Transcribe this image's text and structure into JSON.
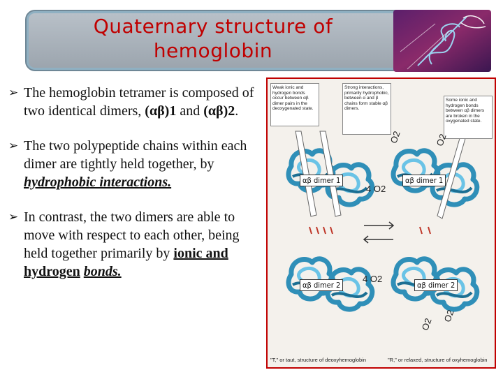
{
  "title": {
    "line1": "Quaternary structure of",
    "line2": "hemoglobin"
  },
  "bullets": [
    {
      "text_a": "The hemoglobin tetramer is composed of two identical dimers, ",
      "bold_1": "(αβ)1",
      "text_b": " and ",
      "bold_2": "(αβ)2",
      "text_c": "."
    },
    {
      "text_a": "The two polypeptide chains within each dimer are tightly held together, by ",
      "emph": "hydrophobic interactions."
    },
    {
      "text_a": "In contrast, the two dimers are able to move with respect to each other, being held together primarily by ",
      "emph_1": "ionic and hydrogen",
      "text_b": " ",
      "emph_2": "bonds."
    }
  ],
  "figure": {
    "callout_left": "Weak ionic and hydrogen bonds occur between αβ dimer pairs in the deoxygenated state.",
    "callout_middle": "Strong interactions, primarily hydrophobic, between α and β chains form stable αβ dimers.",
    "callout_right": "Some ionic and hydrogen bonds between αβ dimers are broken in the oxygenated state.",
    "dimer1_label": "αβ dimer 1",
    "dimer2_label": "αβ dimer 2",
    "o2": "O2",
    "four_o2": "4 O2",
    "caption_left": "\"T,\" or taut, structure of deoxyhemoglobin",
    "caption_right": "\"R,\" or relaxed, structure of oxyhemoglobin"
  },
  "colors": {
    "title": "#c00000",
    "protein": "#2f8fb8",
    "figure_border": "#c00000",
    "bond_marks": "#c0392b"
  }
}
